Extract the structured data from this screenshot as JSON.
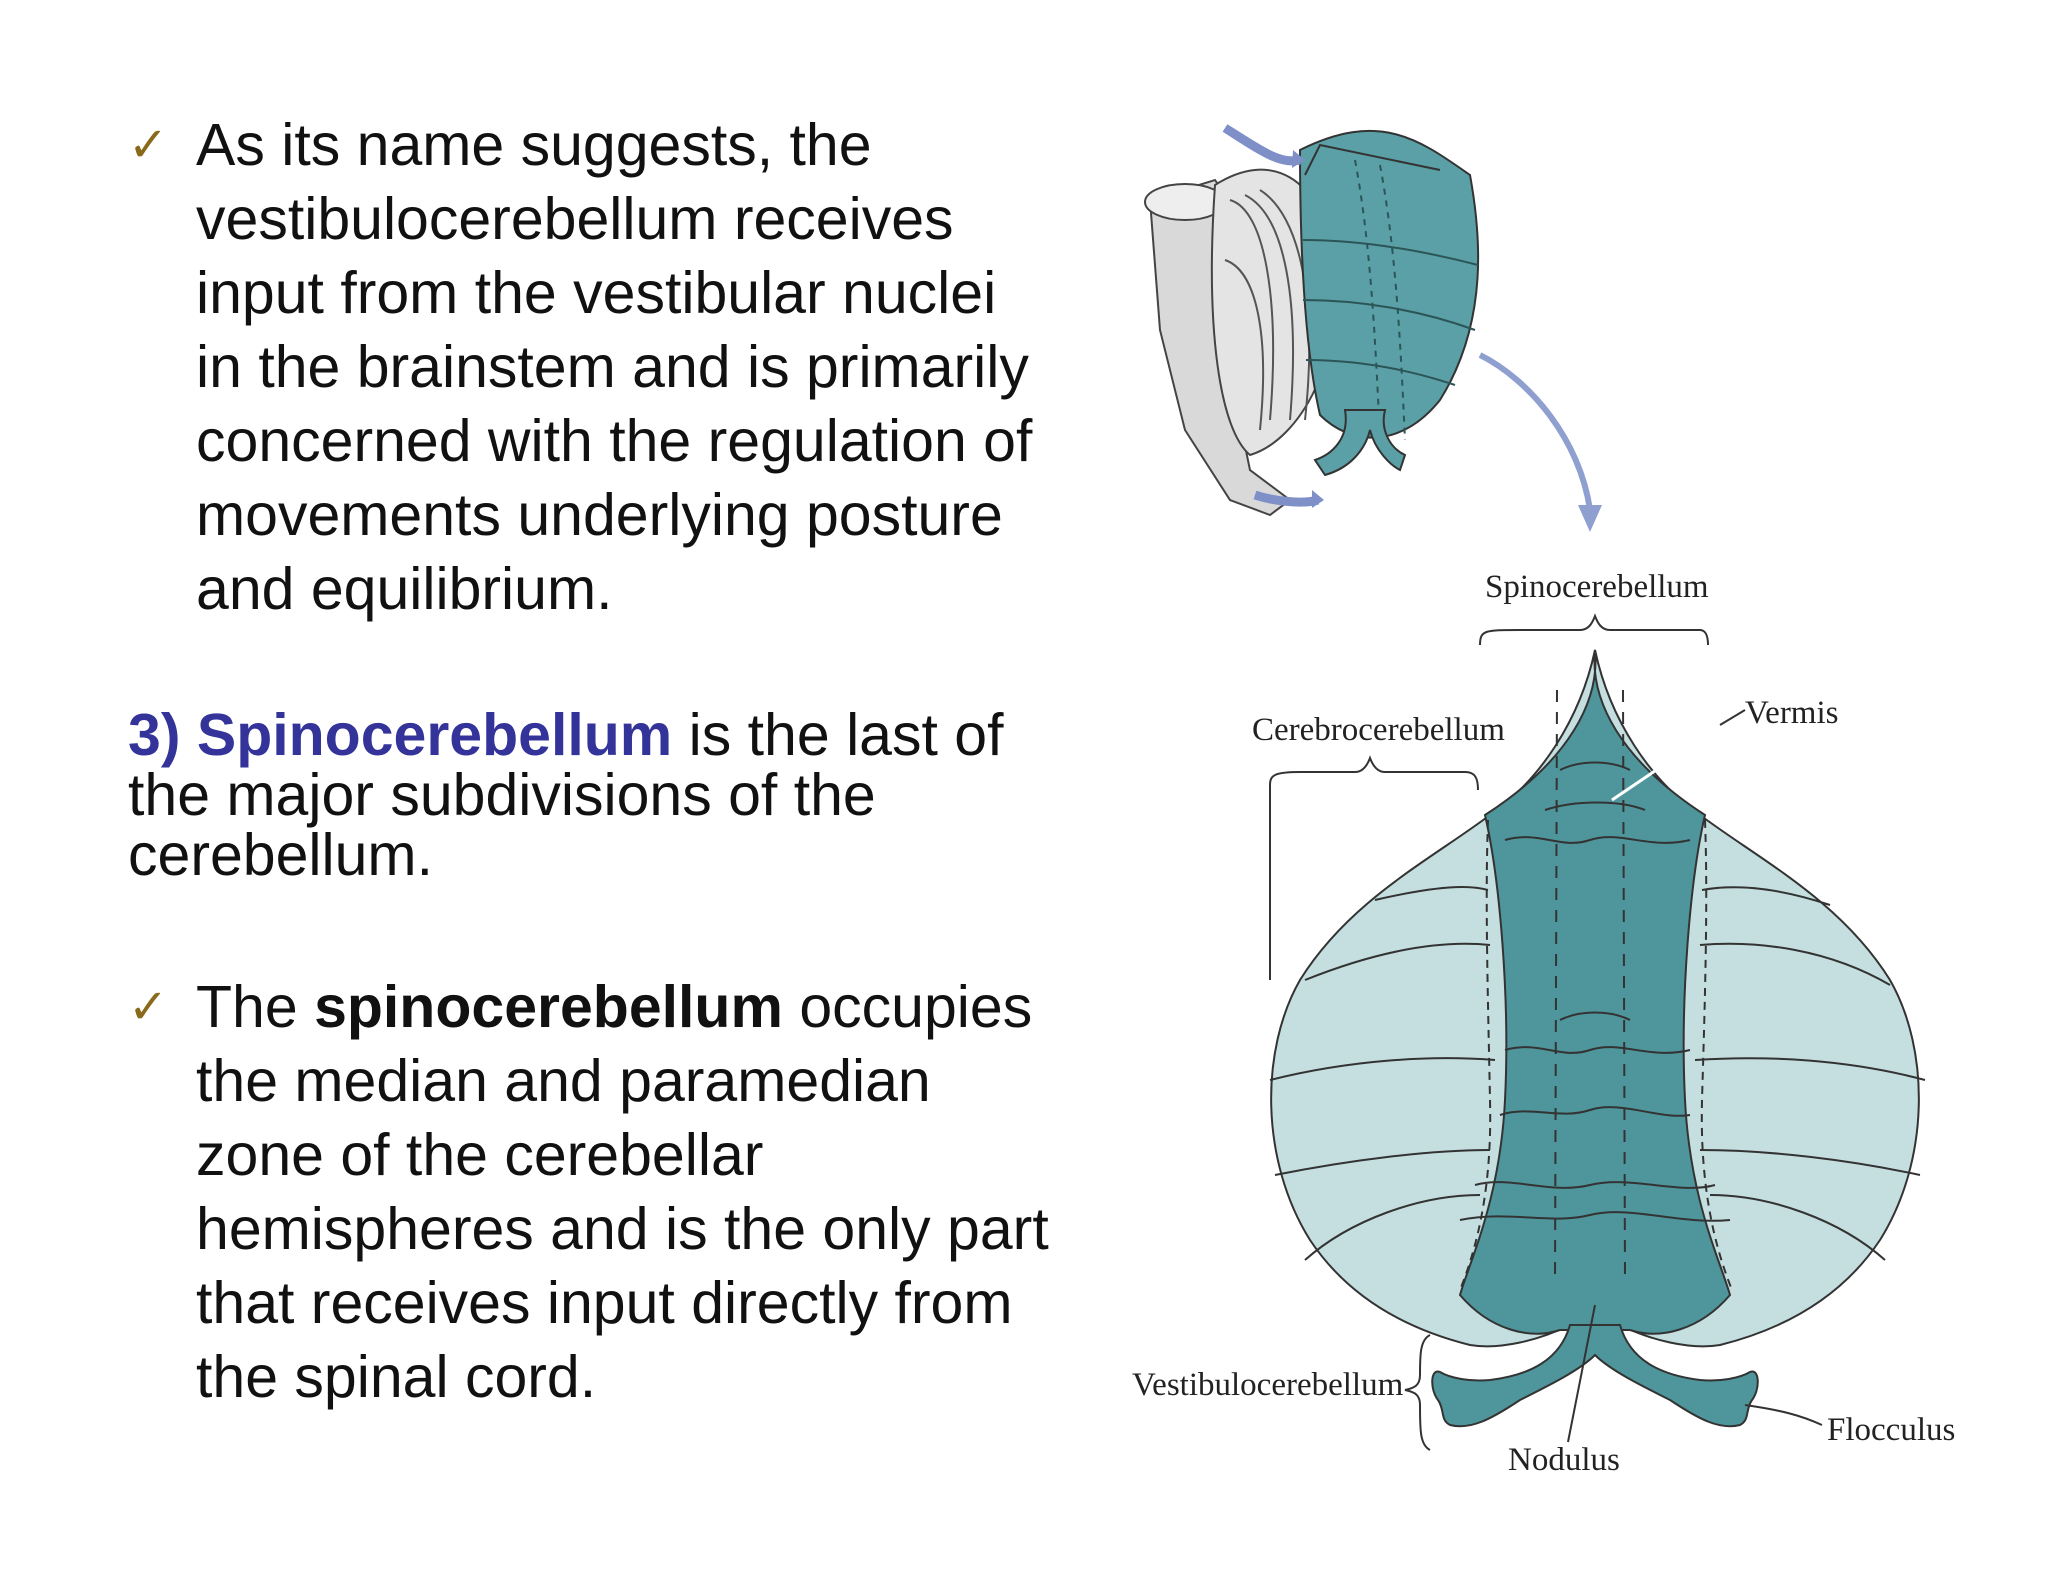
{
  "bullets": [
    {
      "lines": [
        "As its name suggests, the",
        "vestibulocerebellum receives",
        "input from the vestibular nuclei",
        "in the brainstem and is primarily",
        "concerned with the regulation of",
        "movements underlying posture",
        "and equilibrium."
      ]
    }
  ],
  "section": {
    "number_title": "3) Spinocerebellum",
    "rest_line1": " is the last of",
    "line2": "the major subdivisions of the",
    "line3": "cerebellum."
  },
  "bullet2": {
    "pre": "The ",
    "bold": "spinocerebellum",
    "post": " occupies",
    "lines": [
      "the median and paramedian",
      "zone of the cerebellar",
      "hemispheres and is the only part",
      "that receives input directly from",
      "the spinal cord."
    ]
  },
  "check_icon": "checkmark-icon",
  "figure": {
    "labels": {
      "spinocerebellum": "Spinocerebellum",
      "cerebrocerebellum": "Cerebrocerebellum",
      "vermis": "Vermis",
      "vestibulocerebellum": "Vestibulocerebellum",
      "nodulus": "Nodulus",
      "flocculus": "Flocculus"
    }
  },
  "colors": {
    "heading": "#33339a",
    "check": "#8a6a1a",
    "teal_dark": "#4f969c",
    "teal_light": "#c5dfe0",
    "arrow": "#8f9fd0"
  }
}
